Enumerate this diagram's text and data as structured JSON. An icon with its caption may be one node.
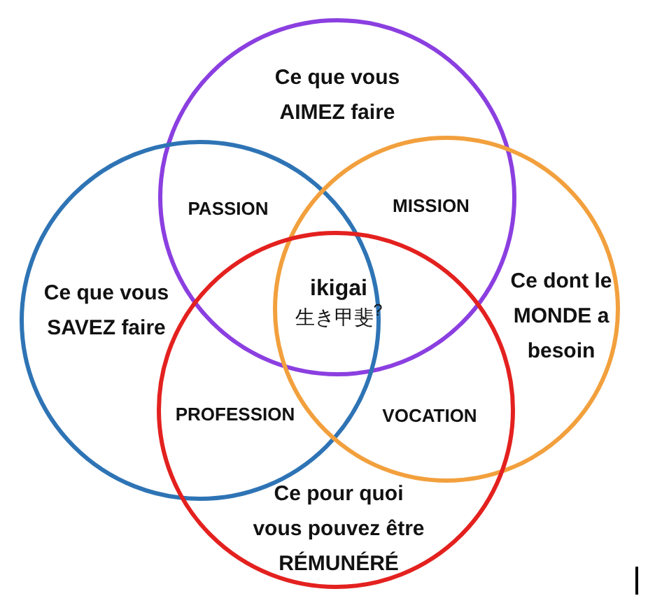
{
  "diagram": {
    "nodes": [
      {
        "text": [
          "Ce que vous AIMEZ faire"
        ]
      },
      {
        "text": [
          "Ce que vous SAVEZ faire"
        ]
      },
      {
        "text": [
          "Ce dont le MONDE a besoin"
        ]
      },
      {
        "text": [
          "Ce pour quoi vous pouvez être RÉMUNÉRÉ"
        ]
      }
    ],
    "edges": [],
    "labels": [
      "PASSION",
      "MISSION",
      "ikigai",
      "生き甲斐$^{?}$",
      "PROFESSION",
      "VOCATION"
    ]
  }
}
